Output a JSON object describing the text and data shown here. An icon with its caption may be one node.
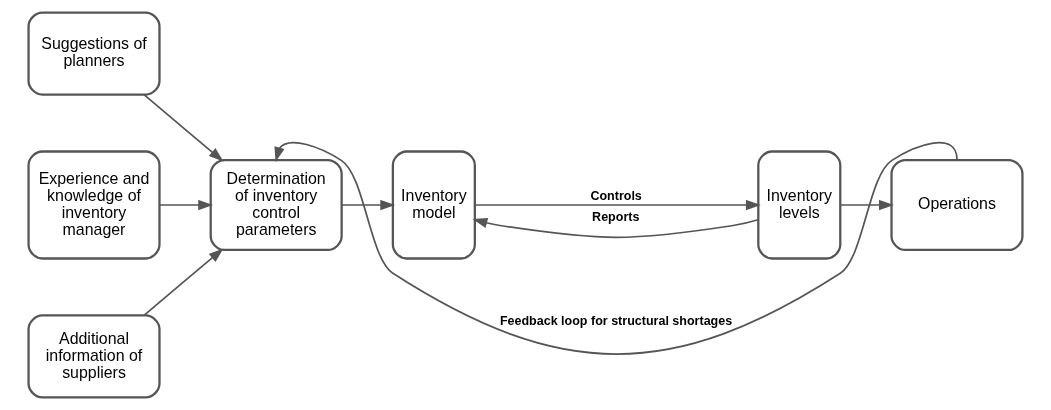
{
  "diagram": {
    "nodes": [
      {
        "text": [
          "Suggestions of planners"
        ]
      },
      {
        "text": [
          "Experience and knowledge of inventory manager"
        ]
      },
      {
        "text": [
          "Additional information of suppliers"
        ]
      },
      {
        "text": [
          "Determination of inventory control parameters"
        ]
      },
      {
        "text": [
          "Inventory model"
        ]
      },
      {
        "text": [
          "Inventory levels"
        ]
      },
      {
        "text": [
          "Operations"
        ]
      }
    ],
    "edges": [
      {
        "from": 0,
        "to": 3,
        "arrow": "to"
      },
      {
        "from": 1,
        "to": 3,
        "arrow": "to"
      },
      {
        "from": 2,
        "to": 3,
        "arrow": "to"
      },
      {
        "from": 3,
        "to": 4,
        "arrow": "to"
      },
      {
        "from": 4,
        "to": 5,
        "arrow": "to",
        "label": "Controls"
      },
      {
        "from": 5,
        "to": 4,
        "arrow": "to",
        "label": "Reports"
      },
      {
        "from": 5,
        "to": 6,
        "arrow": "to"
      },
      {
        "from": 6,
        "to": 3,
        "arrow": "to",
        "label": "Feedback loop for structural shortages"
      }
    ]
  }
}
